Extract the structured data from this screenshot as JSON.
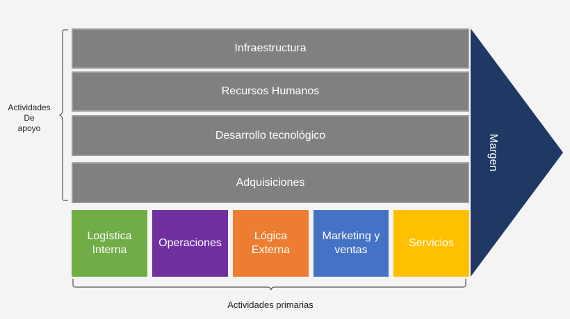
{
  "support_activities": {
    "label_lines": [
      "Actividades",
      "De",
      "apoyo"
    ],
    "items": [
      {
        "label": "Infraestructura"
      },
      {
        "label": "Recursos Humanos"
      },
      {
        "label": "Desarrollo tecnológico"
      },
      {
        "label": "Adquisiciones"
      }
    ]
  },
  "primary_activities": {
    "label": "Actividades primarias",
    "items": [
      {
        "label": "Logística Interna",
        "color": "#70ad47"
      },
      {
        "label": "Operaciones",
        "color": "#7030a0"
      },
      {
        "label": "Lógica Externa",
        "color": "#ed7d31"
      },
      {
        "label": "Marketing y ventas",
        "color": "#4472c4"
      },
      {
        "label": "Servicios",
        "color": "#ffc000"
      }
    ]
  },
  "margin": {
    "label": "Margen",
    "color": "#1f3864"
  },
  "support_color": "#808080"
}
